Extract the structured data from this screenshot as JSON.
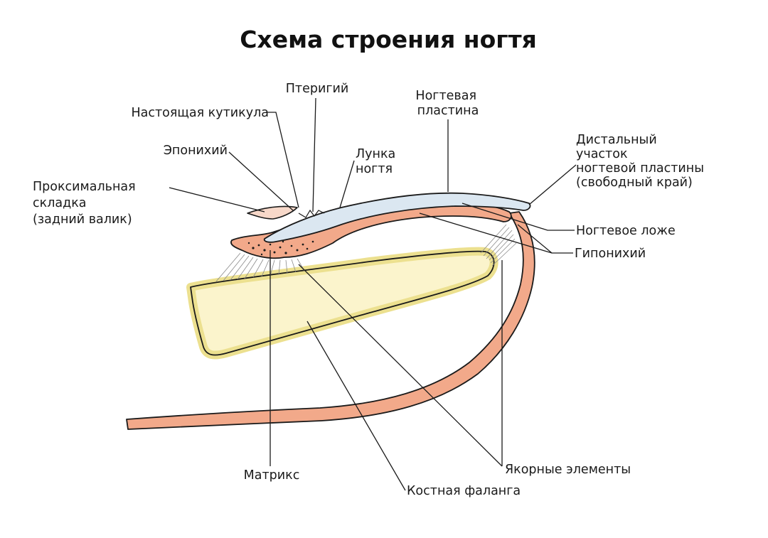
{
  "title": "Схема строения ногтя",
  "colors": {
    "soft_tissue": "#f2a98a",
    "soft_tissue_edge": "#c9785a",
    "bone_fill": "#fbf4cc",
    "bone_edge": "#ece08f",
    "nail_plate": "#dbe7f1",
    "outline": "#1a1a1a",
    "background": "#ffffff"
  },
  "labels": {
    "pterygium": "Птеригий",
    "true_cuticle": "Настоящая кутикула",
    "nail_plate": [
      "Ногтевая",
      "пластина"
    ],
    "eponychium": "Эпонихий",
    "lunula": [
      "Лунка",
      "ногтя"
    ],
    "proximal_fold": [
      "Проксимальная",
      "складка",
      "(задний валик)"
    ],
    "distal_part": [
      "Дистальный",
      "участок",
      "ногтевой пластины",
      "(свободный край)"
    ],
    "nail_bed": "Ногтевое ложе",
    "hyponychium": "Гипонихий",
    "matrix": "Матрикс",
    "anchor_elements": "Якорные элементы",
    "bone_phalanx": "Костная фаланга"
  }
}
